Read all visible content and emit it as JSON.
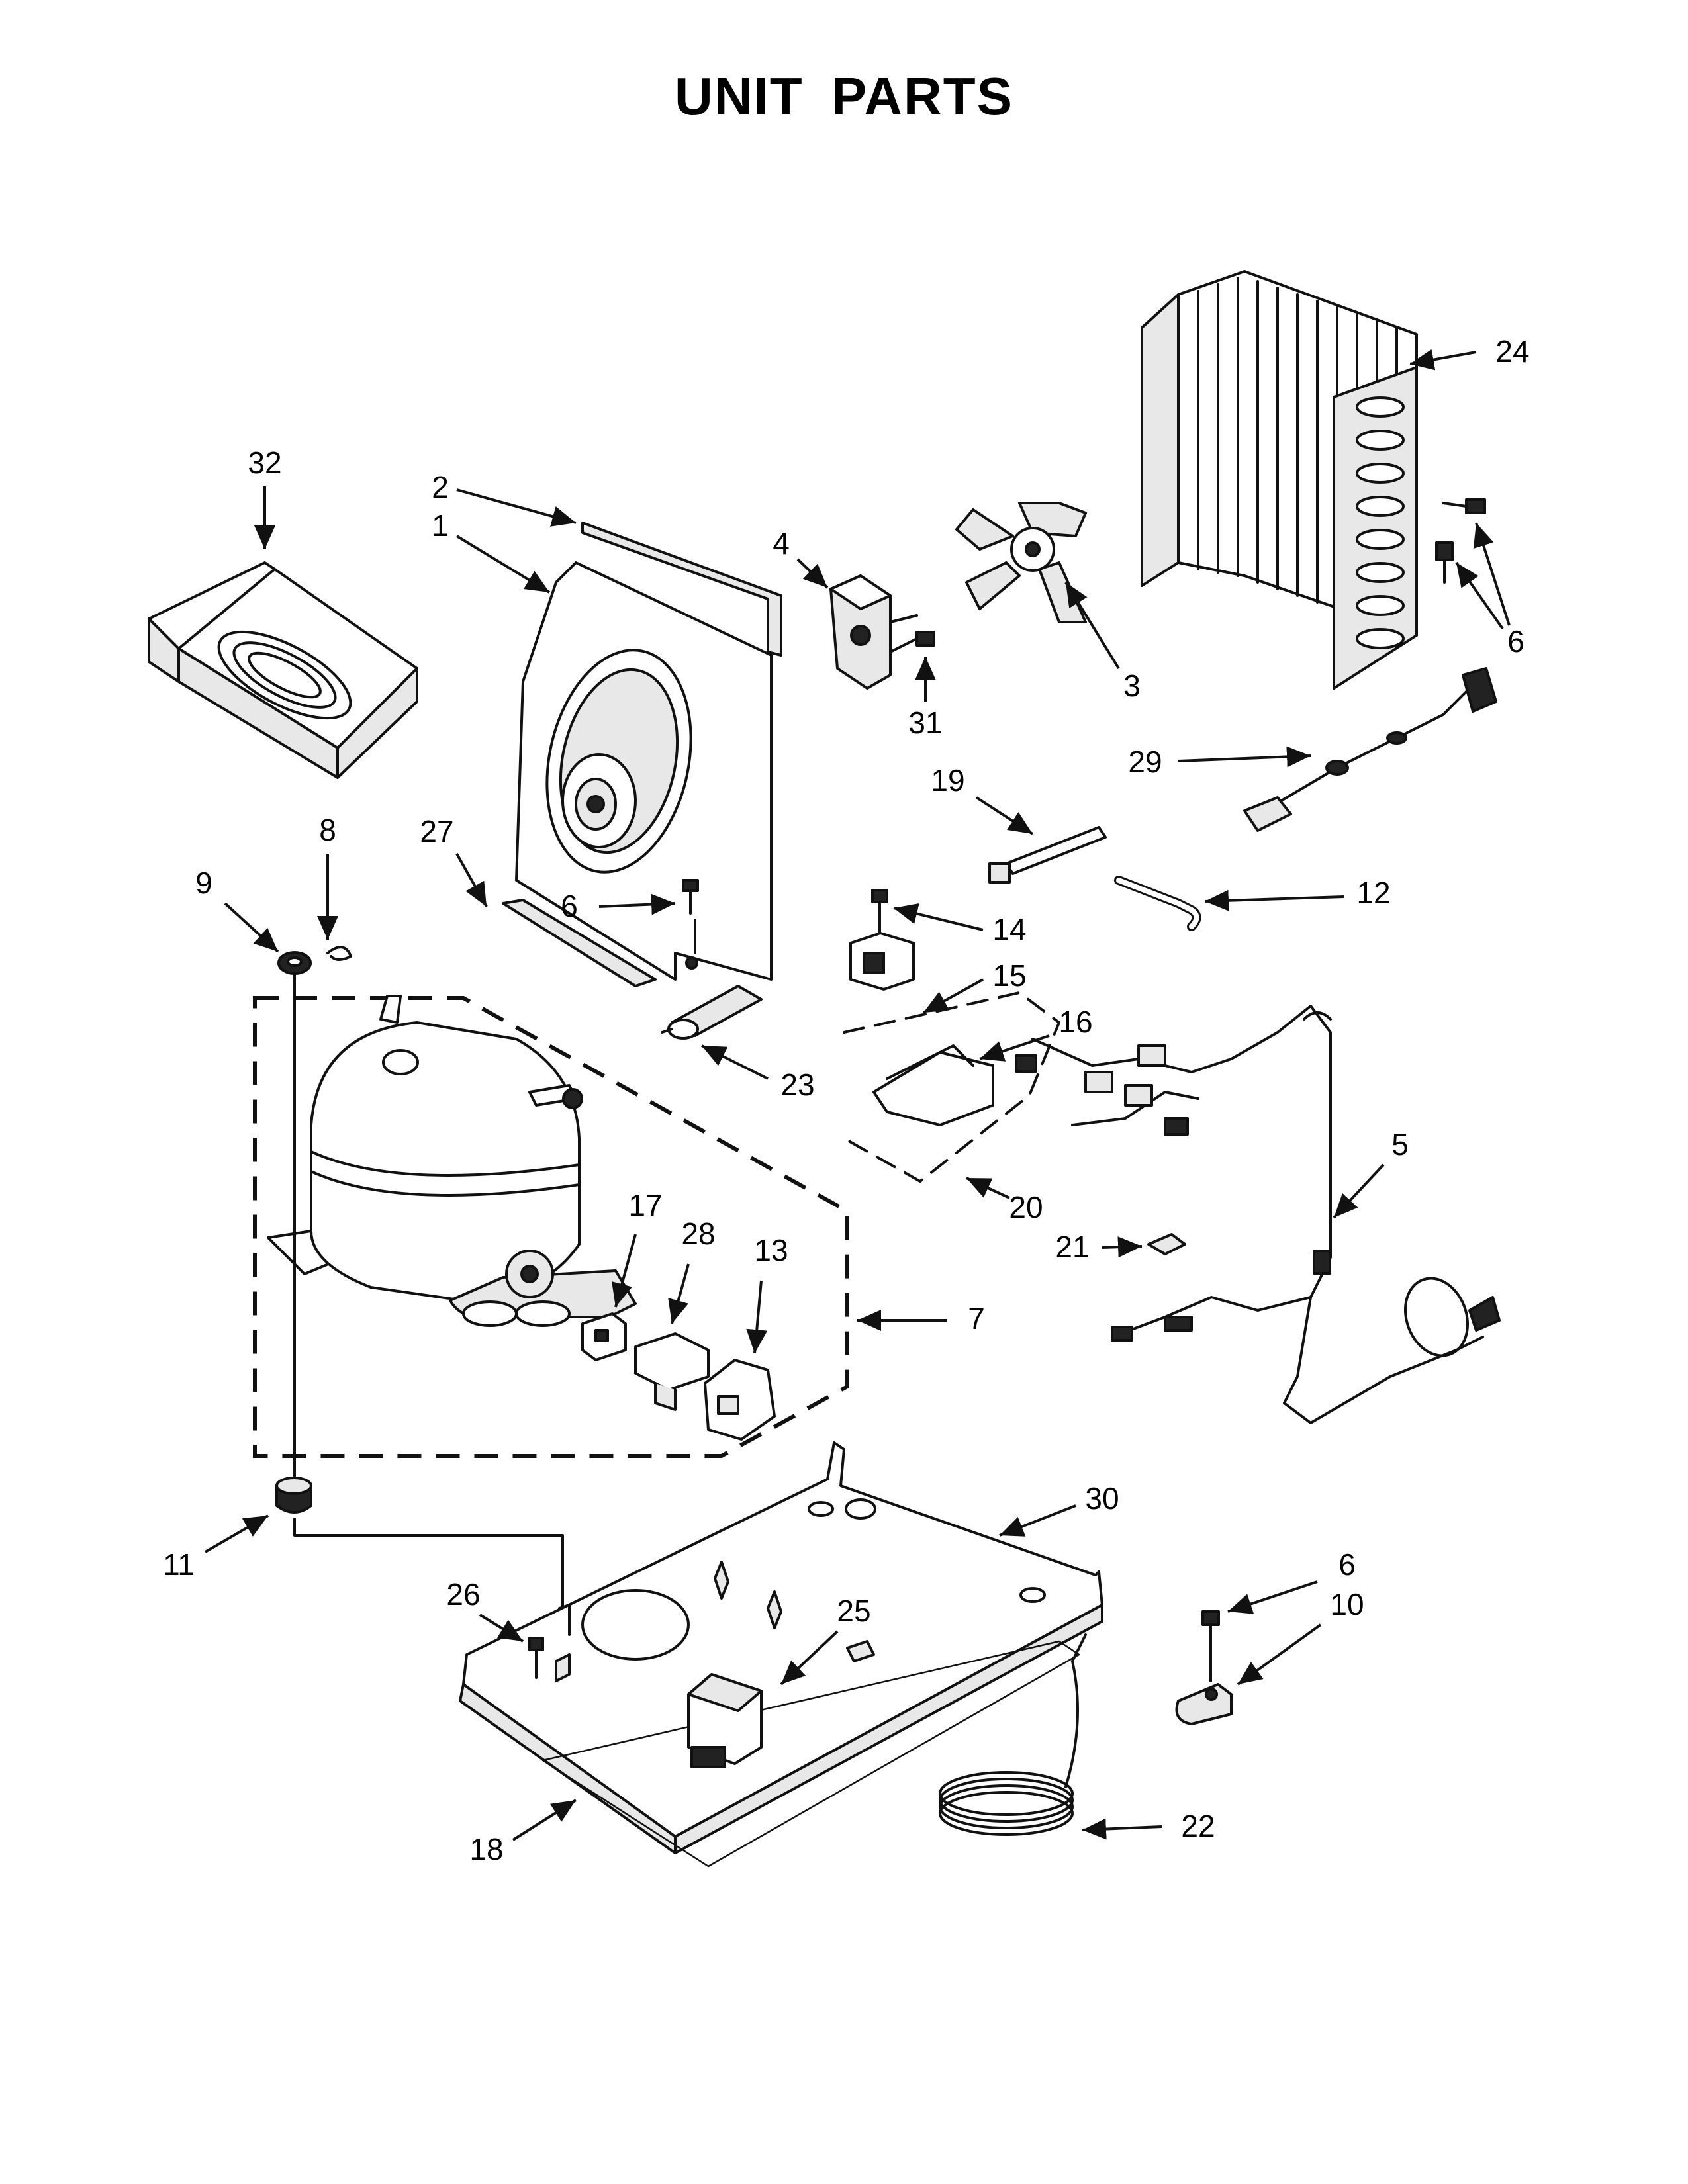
{
  "title": "UNIT PARTS",
  "callouts": [
    {
      "id": "1",
      "label": "1"
    },
    {
      "id": "2",
      "label": "2"
    },
    {
      "id": "3",
      "label": "3"
    },
    {
      "id": "4",
      "label": "4"
    },
    {
      "id": "5",
      "label": "5"
    },
    {
      "id": "6",
      "label": "6"
    },
    {
      "id": "7",
      "label": "7"
    },
    {
      "id": "8",
      "label": "8"
    },
    {
      "id": "9",
      "label": "9"
    },
    {
      "id": "10",
      "label": "10"
    },
    {
      "id": "11",
      "label": "11"
    },
    {
      "id": "12",
      "label": "12"
    },
    {
      "id": "13",
      "label": "13"
    },
    {
      "id": "14",
      "label": "14"
    },
    {
      "id": "15",
      "label": "15"
    },
    {
      "id": "16",
      "label": "16"
    },
    {
      "id": "17",
      "label": "17"
    },
    {
      "id": "18",
      "label": "18"
    },
    {
      "id": "19",
      "label": "19"
    },
    {
      "id": "20",
      "label": "20"
    },
    {
      "id": "21",
      "label": "21"
    },
    {
      "id": "22",
      "label": "22"
    },
    {
      "id": "23",
      "label": "23"
    },
    {
      "id": "24",
      "label": "24"
    },
    {
      "id": "25",
      "label": "25"
    },
    {
      "id": "26",
      "label": "26"
    },
    {
      "id": "27",
      "label": "27"
    },
    {
      "id": "28",
      "label": "28"
    },
    {
      "id": "29",
      "label": "29"
    },
    {
      "id": "30",
      "label": "30"
    },
    {
      "id": "31",
      "label": "31"
    },
    {
      "id": "32",
      "label": "32"
    }
  ]
}
